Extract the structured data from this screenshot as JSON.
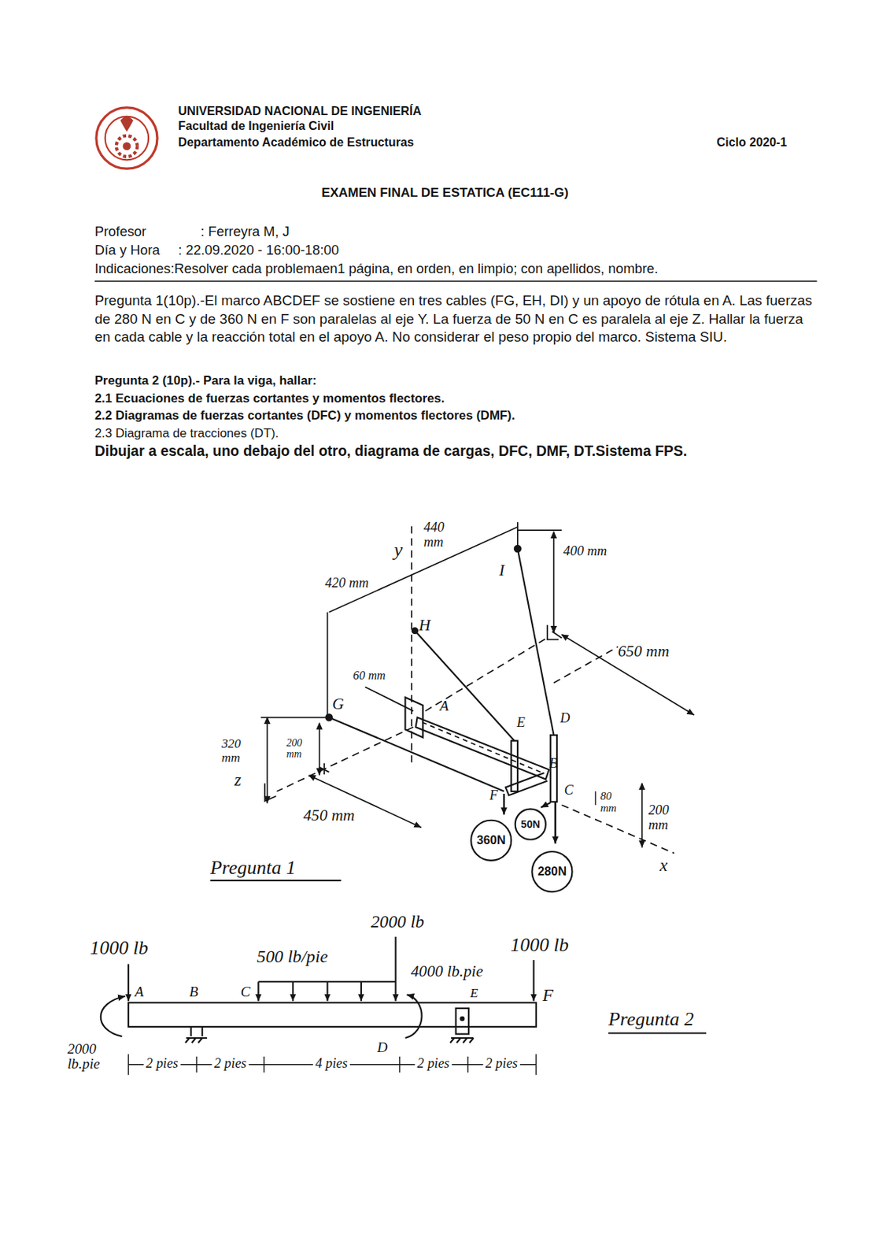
{
  "diagram": {
    "title": "EXAMEN FINAL DE ESTATICA (EC111-G)",
    "nodes": [
      {
        "text": [
          "360N"
        ]
      },
      {
        "text": [
          "50N"
        ]
      },
      {
        "text": [
          "280N"
        ]
      }
    ],
    "labels": [
      "UNIVERSIDAD NACIONAL DE INGENIERÍA",
      "Facultad de Ingeniería Civil",
      "Departamento Académico de Estructuras",
      "Ciclo 2020-1",
      "Profesor",
      ": Ferreyra M, J",
      "Día y Hora",
      ": 22.09.2020 - 16:00-18:00",
      "Indicaciones:Resolver cada problemaen1 página, en orden, en limpio; con apellidos, nombre.",
      "Pregunta 1(10p).-El marco ABCDEF se sostiene en tres cables (FG, EH, DI) y un apoyo de rótula en A. Las fuerzas de 280 N en C y de 360 N en F son paralelas al eje Y. La fuerza de 50 N en C es paralela al eje Z. Hallar la fuerza en cada cable y la reacción total en el apoyo A. No considerar el peso propio del marco. Sistema SIU.",
      "Pregunta 2 (10p).- Para la viga, hallar:",
      "2.1 Ecuaciones de fuerzas cortantes y momentos flectores.",
      "2.2 Diagramas de fuerzas cortantes (DFC) y momentos flectores (DMF).",
      "2.3 Diagrama de tracciones (DT).",
      "Dibujar a escala, uno debajo del otro, diagrama de cargas, DFC, DMF, DT.Sistema FPS.",
      "y",
      "440 mm",
      "I",
      "400 mm",
      "420 mm",
      "H",
      "650 mm",
      "60 mm",
      "G",
      "A",
      "E",
      "D",
      "B",
      "320 mm",
      "200 mm",
      "z",
      "450 mm",
      "F",
      "C",
      "80 mm",
      "200 mm",
      "x",
      "Pregunta 1",
      "1000 lb",
      "500 lb/pie",
      "2000 lb",
      "4000 lb.pie",
      "1000 lb",
      "A",
      "B",
      "C",
      "E",
      "F",
      "D",
      "2000 lb.pie",
      "2 pies",
      "2 pies",
      "4 pies",
      "2 pies",
      "2 pies",
      "Pregunta 2"
    ]
  }
}
